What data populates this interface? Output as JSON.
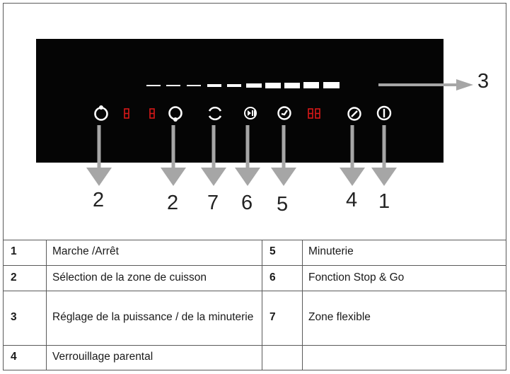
{
  "diagram": {
    "callouts": {
      "top_right": "3",
      "bottom": [
        "2",
        "2",
        "7",
        "6",
        "5",
        "4",
        "1"
      ]
    },
    "colors": {
      "panel": "#050505",
      "display_red": "#d81818",
      "arrow_gray": "#a6a6a6"
    },
    "icons": [
      "power-ring-icon",
      "zone-select-icon",
      "flex-zone-icon",
      "stop-go-icon",
      "timer-icon",
      "lock-icon",
      "on-off-icon"
    ]
  },
  "legend": {
    "rows": [
      {
        "n1": "1",
        "d1": "Marche /Arrêt",
        "n2": "5",
        "d2": "Minuterie"
      },
      {
        "n1": "2",
        "d1": "Sélection de la zone de cuisson",
        "n2": "6",
        "d2": "Fonction Stop & Go"
      },
      {
        "n1": "3",
        "d1": "Réglage de la puissance / de la minuterie",
        "n2": "7",
        "d2": "Zone flexible"
      },
      {
        "n1": "4",
        "d1": "Verrouillage parental",
        "n2": "",
        "d2": ""
      }
    ]
  }
}
